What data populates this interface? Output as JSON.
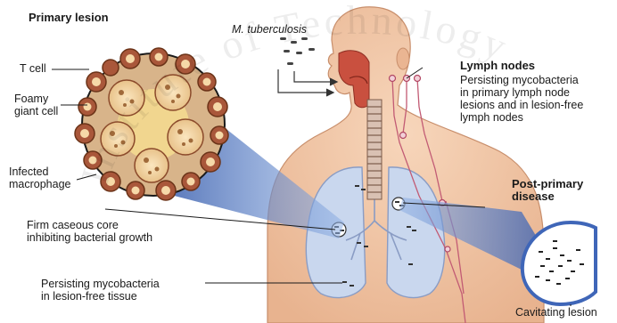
{
  "labels": {
    "primary_lesion": "Primary lesion",
    "t_cell": "T cell",
    "foamy_giant_cell": [
      "Foamy",
      "giant cell"
    ],
    "infected_macrophage": [
      "Infected",
      "macrophage"
    ],
    "firm_caseous_core": [
      "Firm caseous core",
      "inhibiting bacterial growth"
    ],
    "persisting_lesion_free": [
      "Persisting mycobacteria",
      "in lesion-free tissue"
    ],
    "m_tuberculosis": "M. tuberculosis",
    "lymph_nodes_title": "Lymph nodes",
    "lymph_nodes_desc": [
      "Persisting mycobacteria",
      "in primary lymph node",
      "lesions and in lesion-free",
      "lymph nodes"
    ],
    "post_primary": [
      "Post-primary",
      "disease"
    ],
    "cavitating_lesion": "Cavitating lesion"
  },
  "watermark": "Institute of Technology",
  "colors": {
    "skin": "#f2c9a8",
    "skin_shadow": "#e3a987",
    "lung": "#c9d7ee",
    "lung_edge": "#8a9cc4",
    "magnify_cone": "#3f66b8",
    "cell_brown": "#8b4a2b",
    "cell_light": "#f6d9a8",
    "lymph_line": "#c25b74"
  }
}
